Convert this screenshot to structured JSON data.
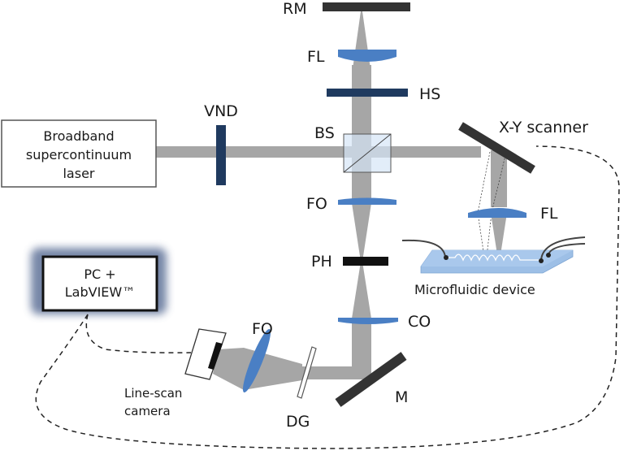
{
  "labels": {
    "rm": "RM",
    "fl_top": "FL",
    "hs": "HS",
    "vnd": "VND",
    "bs": "BS",
    "xy_scanner": "X-Y scanner",
    "fo_mid": "FO",
    "fl_right": "FL",
    "ph": "PH",
    "microfluidic": "Microfluidic device",
    "co": "CO",
    "fo_bottom": "FO",
    "dg": "DG",
    "m": "M",
    "line_scan_1": "Line-scan",
    "line_scan_2": "camera"
  },
  "laser_box": {
    "line1": "Broadband",
    "line2": "supercontinuum",
    "line3": "laser"
  },
  "pc_box": {
    "line1": "PC +",
    "line2": "LabVIEW™"
  },
  "colors": {
    "beam": "#a6a6a6",
    "lens": "#4a7fc4",
    "mirror": "#333333",
    "filter": "#1f3a5f",
    "device": "#9dbfe6",
    "bs_fill": "#d6e6f7"
  }
}
